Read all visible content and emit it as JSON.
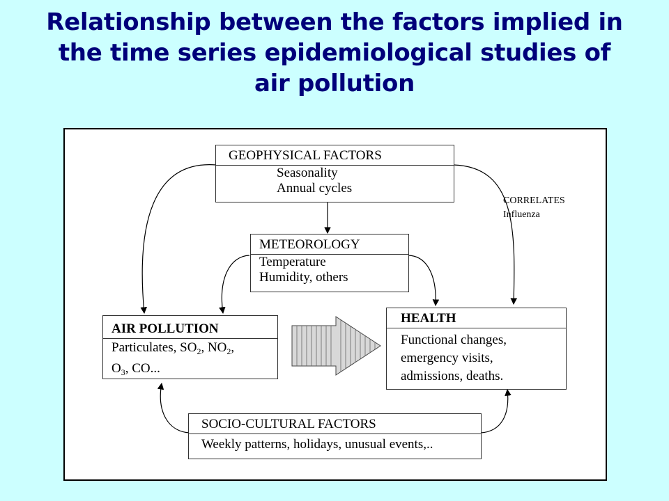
{
  "title": {
    "line1": "Relationship between the factors implied in",
    "line2": "the time series epidemiological  studies of",
    "line3": "air pollution"
  },
  "geophysical": {
    "header": "GEOPHYSICAL FACTORS",
    "items": [
      "Seasonality",
      "Annual cycles"
    ]
  },
  "meteorology": {
    "header": "METEOROLOGY",
    "items": [
      "Temperature",
      "Humidity, others"
    ]
  },
  "correlates": {
    "header": "CORRELATES",
    "item": "Influenza"
  },
  "air_pollution": {
    "header": "AIR POLLUTION",
    "line1_a": "Particulates, SO",
    "sub1": "2",
    "line1_b": ", NO",
    "sub2": "2",
    "line1_c": ",",
    "line2_a": "O",
    "sub3": "3",
    "line2_b": ", CO..."
  },
  "health": {
    "header": "HEALTH",
    "items": [
      "Functional changes,",
      "emergency visits,",
      "admissions, deaths."
    ]
  },
  "socio": {
    "header": "SOCIO-CULTURAL FACTORS",
    "item": "Weekly patterns, holidays, unusual events,.."
  },
  "colors": {
    "background": "#ccffff",
    "title": "#00007a",
    "big_arrow_fill": "#d8d8d8"
  }
}
